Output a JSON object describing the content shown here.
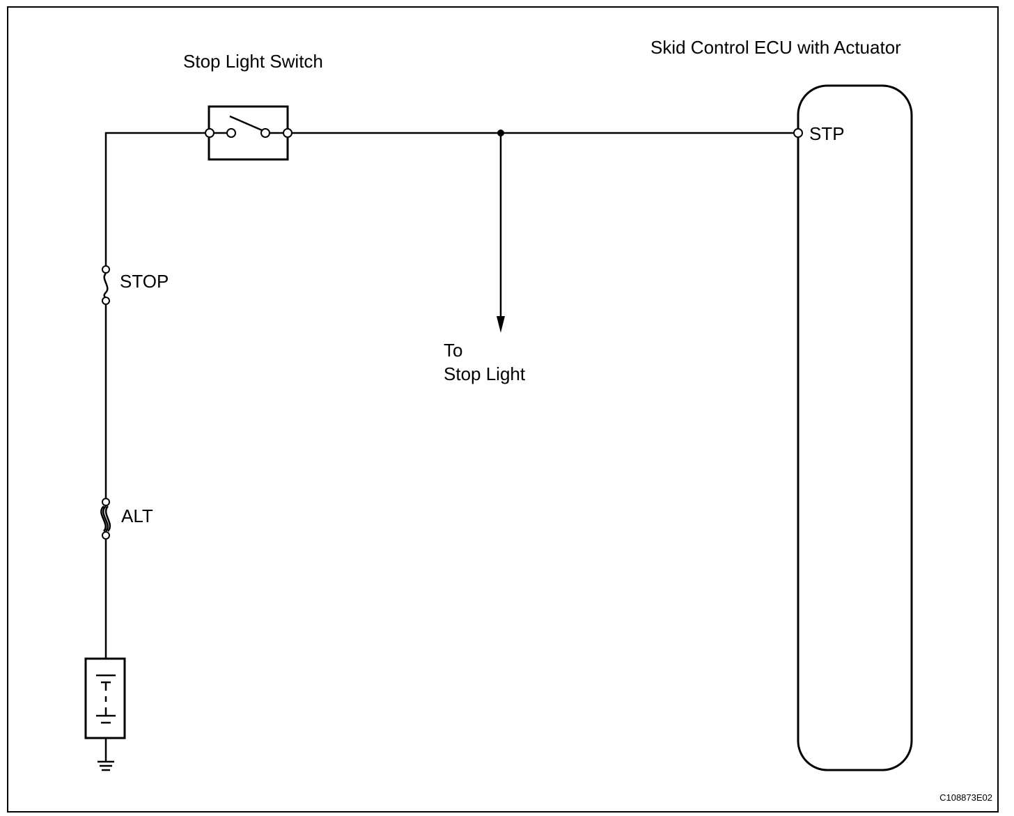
{
  "labels": {
    "stop_light_switch": "Stop Light Switch",
    "ecu": "Skid Control ECU with Actuator",
    "stp_terminal": "STP",
    "stop_fuse": "STOP",
    "alt_fuse": "ALT",
    "to_stop_light_line1": "To",
    "to_stop_light_line2": "Stop Light",
    "figure_code": "C108873E02"
  }
}
